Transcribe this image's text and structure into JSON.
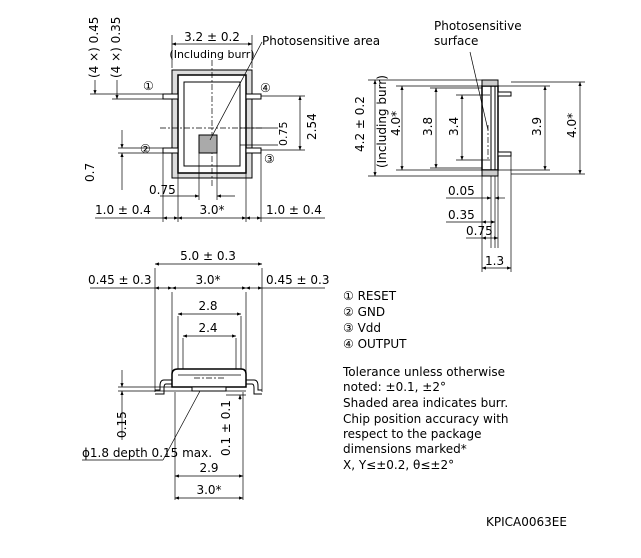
{
  "top_view": {
    "dim_width": "3.2 ± 0.2",
    "dim_width_note": "(Including burr)",
    "photosensitive_area": "Photosensitive area",
    "dim_045": "(4 ×) 0.45",
    "dim_035": "(4 ×) 0.35",
    "dim_254": "2.54",
    "dim_075_inner": "0.75",
    "dim_07": "0.7",
    "dim_075_bottom": "0.75",
    "dim_left": "1.0 ± 0.4",
    "dim_center": "3.0*",
    "dim_right": "1.0 ± 0.4",
    "pin1": "①",
    "pin2": "②",
    "pin3": "③",
    "pin4": "④"
  },
  "side_view": {
    "photosensitive_surface_1": "Photosensitive",
    "photosensitive_surface_2": "surface",
    "dim_42": "4.2 ± 0.2",
    "dim_42_note": "(Including burr)",
    "dim_40_left": "4.0*",
    "dim_38": "3.8",
    "dim_34": "3.4",
    "dim_39": "3.9",
    "dim_40_right": "4.0*",
    "dim_005": "0.05",
    "dim_035": "0.35",
    "dim_075": "0.75",
    "dim_13": "1.3"
  },
  "front_view": {
    "dim_50": "5.0 ± 0.3",
    "dim_045_left": "0.45 ± 0.3",
    "dim_30": "3.0*",
    "dim_045_right": "0.45 ± 0.3",
    "dim_28": "2.8",
    "dim_24": "2.4",
    "dim_015": "0.15",
    "dim_01": "0.1 ± 0.1",
    "dim_29": "2.9",
    "dim_30_bottom": "3.0*",
    "hole_note": "ϕ1.8 depth 0.15 max."
  },
  "legend": {
    "pins": [
      "① RESET",
      "② GND",
      "③ Vdd",
      "④ OUTPUT"
    ],
    "notes": [
      "Tolerance unless otherwise",
      "noted: ±0.1, ±2°",
      "Shaded area indicates burr.",
      "Chip position accuracy with",
      "respect to the package",
      "dimensions marked*",
      "X, Y≤±0.2, θ≤±2°"
    ]
  },
  "drawing_code": "KPICA0063EE"
}
